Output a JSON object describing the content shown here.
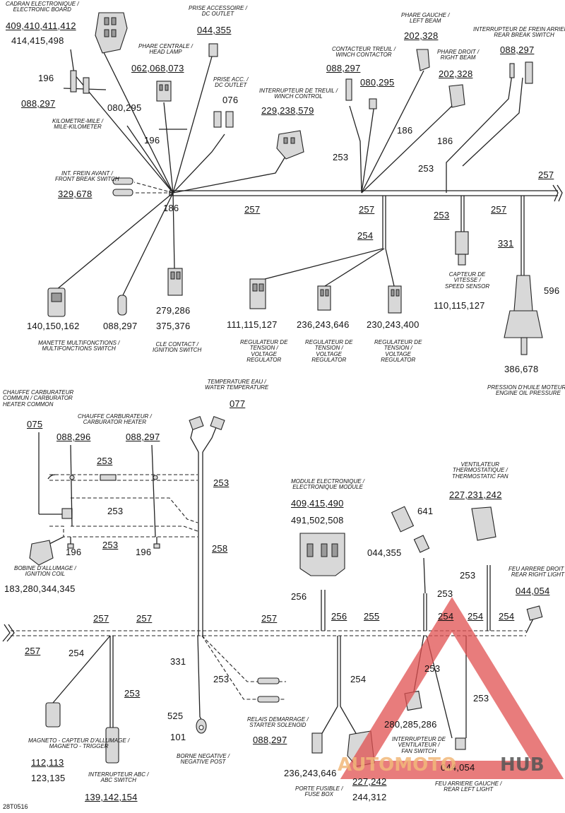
{
  "figure_id": "28T0516",
  "watermark": {
    "text_a": "AUTOMOTO",
    "text_b": "HUB"
  },
  "components": {
    "electronic_board": {
      "fr": "CADRAN ELECTRONIQUE /",
      "en": "ELECTRONIC BOARD",
      "n1": "409,410,411,412",
      "n2": "414,415,498"
    },
    "dc_outlet_top": {
      "fr": "PRISE ACCESSOIRE /",
      "en": "DC OUTLET",
      "n": "044,355"
    },
    "head_lamp": {
      "fr": "PHARE CENTRALE /",
      "en": "HEAD LAMP",
      "n": "062,068,073"
    },
    "dc_outlet_acc": {
      "fr": "PRISE ACC. /",
      "en": "DC OUTLET",
      "n": "076"
    },
    "winch_control": {
      "fr": "INTERRUPTEUR DE TREUIL /",
      "en": "WINCH CONTROL",
      "n": "229,238,579"
    },
    "winch_contactor": {
      "fr": "CONTACTEUR TREUIL /",
      "en": "WINCH CONTACTOR",
      "n": "088,297"
    },
    "left_beam": {
      "fr": "PHARE GAUCHE /",
      "en": "LEFT BEAM",
      "n": "202,328"
    },
    "right_beam": {
      "fr": "PHARE DROIT /",
      "en": "RIGHT BEAM",
      "n": "202,328"
    },
    "rear_brake_switch": {
      "fr": "INTERRUPTEUR DE FREIN ARRIERE /",
      "en": "REAR BREAK SWITCH",
      "n": "088,297"
    },
    "odometer": {
      "fr": "KILOMETRE-MILE /",
      "en": "MILE-KILOMETER",
      "n": "080,295"
    },
    "front_brake_switch": {
      "fr": "INT. FREIN AVANT /",
      "en": "FRONT BREAK SWITCH",
      "n": "329,678"
    },
    "multifunction_switch": {
      "fr": "MANETTE MULTIFONCTIONS /",
      "en": "MULTIFONCTIONS SWITCH",
      "n": "140,150,162"
    },
    "ignition_switch": {
      "fr": "CLE CONTACT /",
      "en": "IGNITION SWITCH",
      "n1": "279,286",
      "n2": "375,376"
    },
    "regulator1": {
      "fr1": "REGULATEUR DE",
      "fr2": "TENSION /",
      "en1": "VOLTAGE",
      "en2": "REGULATOR",
      "n": "111,115,127"
    },
    "regulator2": {
      "fr1": "REGULATEUR DE",
      "fr2": "TENSION /",
      "en1": "VOLTAGE",
      "en2": "REGULATOR",
      "n": "236,243,646"
    },
    "regulator3": {
      "fr1": "REGULATEUR DE",
      "fr2": "TENSION /",
      "en1": "VOLTAGE",
      "en2": "REGULATOR",
      "n": "230,243,400"
    },
    "speed_sensor": {
      "fr1": "CAPTEUR DE",
      "fr2": "VITESSE /",
      "en": "SPEED SENSOR",
      "n": "110,115,127"
    },
    "oil_pressure": {
      "fr": "PRESSION D'HUILE MOTEUR /",
      "en": "ENGINE OIL PRESSURE",
      "n": "386,678",
      "n_top": "596"
    },
    "carb_heater_common": {
      "fr1": "CHAUFFE CARBURATEUR",
      "fr2": "COMMUN / CARBURATOR",
      "en": "HEATER COMMON",
      "n": "075"
    },
    "carb_heater": {
      "fr": "CHAUFFE CARBURATEUR /",
      "en": "CARBURATOR HEATER",
      "n1": "088,296",
      "n2": "088,297"
    },
    "water_temp": {
      "fr": "TEMPERATURE EAU /",
      "en": "WATER TEMPERATURE",
      "n": "077"
    },
    "electronic_module": {
      "fr": "MODULE ELECTRONIQUE /",
      "en": "ELECTRONIQUE MODULE",
      "n1": "409,415,490",
      "n2": "491,502,508"
    },
    "thermo_fan": {
      "fr1": "VENTILATEUR",
      "fr2": "THERMOSTATIQUE /",
      "en": "THERMOSTATIC FAN",
      "n": "227,231,242"
    },
    "ignition_coil": {
      "fr": "BOBINE D'ALLUMAGE /",
      "en": "IGNITION COIL",
      "n": "183,280,344,345"
    },
    "rear_right_light": {
      "fr": "FEU ARRERE DROIT /",
      "en": "REAR RIGHT LIGHT",
      "n": "044,054"
    },
    "magneto_trigger": {
      "fr": "MAGNETO - CAPTEUR D'ALLUMAGE /",
      "en": "MAGNETO - TRIGGER",
      "n1": "112,113",
      "n2": "123,135"
    },
    "abc_switch": {
      "fr": "INTERRUPTEUR ABC /",
      "en": "ABC SWITCH",
      "n": "139,142,154"
    },
    "negative_post": {
      "fr": "BORNE NEGATIVE /",
      "en": "NEGATIVE POST",
      "n1": "525",
      "n2": "101"
    },
    "starter_solenoid": {
      "fr": "RELAIS DEMARRAGE /",
      "en": "STARTER SOLENOID",
      "n": "088,297"
    },
    "fuse_box": {
      "fr": "PORTE FUSIBLE /",
      "en": "FUSE BOX",
      "n": "236,243,646"
    },
    "fan_switch": {
      "fr": "INTERRUPTEUR DE",
      "en1": "VENTILATEUR /",
      "en2": "FAN SWITCH",
      "n1": "227,242",
      "n2": "244,312",
      "n3": "280,285,286"
    },
    "rear_left_light": {
      "fr": "FEU ARRIERE GAUCHE /",
      "en": "REAR LEFT LIGHT",
      "n": "044,054"
    },
    "misc": {
      "n641": "641",
      "n044355": "044,355"
    }
  },
  "wire_numbers": {
    "w196": "196",
    "w088297": "088,297",
    "w196b": "196",
    "w186a": "186",
    "w257a": "257",
    "w253a": "253",
    "w186b": "186",
    "w186c": "186",
    "w253b": "253",
    "w257b": "257",
    "w257c": "257",
    "w257d": "257",
    "w254a": "254",
    "w253c": "253",
    "w331a": "331",
    "w253d": "253",
    "w253e": "253",
    "w253f": "253",
    "w196c": "196",
    "w196d": "196",
    "w258": "258",
    "w256a": "256",
    "w253g": "253",
    "w253h": "253",
    "w257e": "257",
    "w257f": "257",
    "w257g": "257",
    "w256b": "256",
    "w255": "255",
    "w254b": "254",
    "w254c": "254",
    "w254d": "254",
    "w257h": "257",
    "w254e": "254",
    "w253i": "253",
    "w331b": "331",
    "w253j": "253",
    "w254f": "254",
    "w253k": "253",
    "w253l": "253"
  }
}
